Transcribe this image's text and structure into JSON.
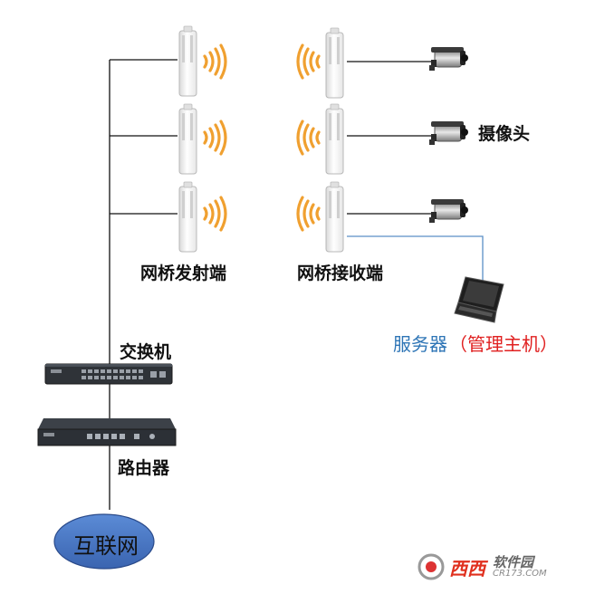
{
  "labels": {
    "transmit": "网桥发射端",
    "receive": "网桥接收端",
    "camera": "摄像头",
    "switch": "交换机",
    "router": "路由器",
    "internet": "互联网"
  },
  "server": {
    "name": "服务器",
    "note": "（管理主机）"
  },
  "watermark": {
    "brand": "西西",
    "site_cn": "软件园",
    "site_url": "CR173.COM"
  },
  "colors": {
    "line": "#111111",
    "blue_line": "#5b8fc6",
    "wave": "#f0a030",
    "server_text": "#2e75b6",
    "server_note": "#e02020",
    "cloud_fill": "#4472c4",
    "switch_body": "#2f3338",
    "router_body": "#2c3036"
  }
}
